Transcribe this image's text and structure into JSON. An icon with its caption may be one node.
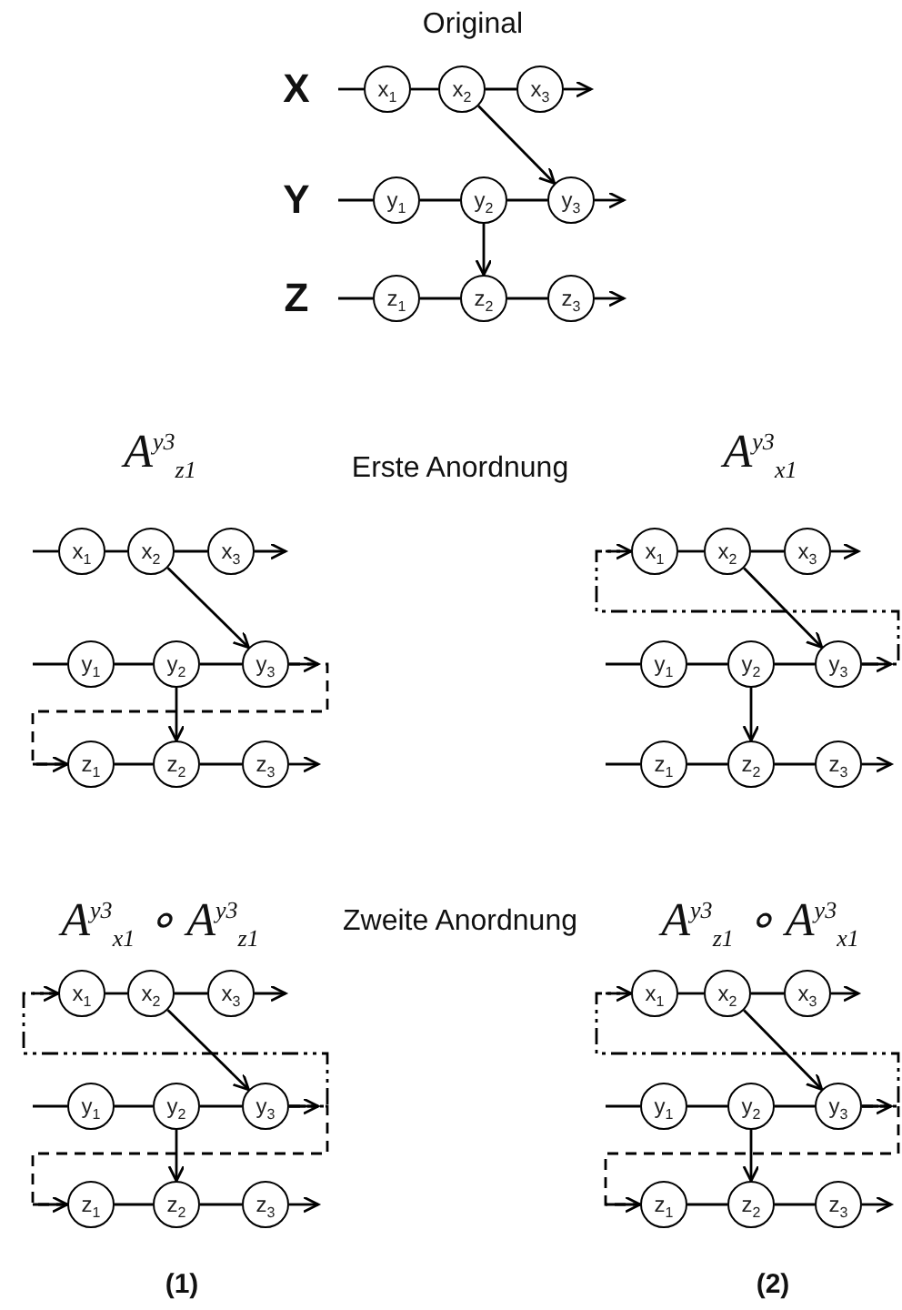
{
  "diagram": {
    "nodes": [
      {
        "text": [
          "x$_{1}$"
        ]
      },
      {
        "text": [
          "x$_{2}$"
        ]
      },
      {
        "text": [
          "x$_{3}$"
        ]
      },
      {
        "text": [
          "y$_{1}$"
        ]
      },
      {
        "text": [
          "y$_{2}$"
        ]
      },
      {
        "text": [
          "y$_{3}$"
        ]
      },
      {
        "text": [
          "z$_{1}$"
        ]
      },
      {
        "text": [
          "z$_{2}$"
        ]
      },
      {
        "text": [
          "z$_{3}$"
        ]
      },
      {
        "text": [
          "x$_{1}$"
        ]
      },
      {
        "text": [
          "x$_{2}$"
        ]
      },
      {
        "text": [
          "x$_{3}$"
        ]
      },
      {
        "text": [
          "y$_{1}$"
        ]
      },
      {
        "text": [
          "y$_{2}$"
        ]
      },
      {
        "text": [
          "y$_{3}$"
        ]
      },
      {
        "text": [
          "z$_{1}$"
        ]
      },
      {
        "text": [
          "z$_{2}$"
        ]
      },
      {
        "text": [
          "z$_{3}$"
        ]
      },
      {
        "text": [
          "x$_{1}$"
        ]
      },
      {
        "text": [
          "x$_{2}$"
        ]
      },
      {
        "text": [
          "x$_{3}$"
        ]
      },
      {
        "text": [
          "y$_{1}$"
        ]
      },
      {
        "text": [
          "y$_{2}$"
        ]
      },
      {
        "text": [
          "y$_{3}$"
        ]
      },
      {
        "text": [
          "z$_{1}$"
        ]
      },
      {
        "text": [
          "z$_{2}$"
        ]
      },
      {
        "text": [
          "z$_{3}$"
        ]
      },
      {
        "text": [
          "x$_{1}$"
        ]
      },
      {
        "text": [
          "x$_{2}$"
        ]
      },
      {
        "text": [
          "x$_{3}$"
        ]
      },
      {
        "text": [
          "y$_{1}$"
        ]
      },
      {
        "text": [
          "y$_{2}$"
        ]
      },
      {
        "text": [
          "y$_{3}$"
        ]
      },
      {
        "text": [
          "z$_{1}$"
        ]
      },
      {
        "text": [
          "z$_{2}$"
        ]
      },
      {
        "text": [
          "z$_{3}$"
        ]
      },
      {
        "text": [
          "x$_{1}$"
        ]
      },
      {
        "text": [
          "x$_{2}$"
        ]
      },
      {
        "text": [
          "x$_{3}$"
        ]
      },
      {
        "text": [
          "y$_{1}$"
        ]
      },
      {
        "text": [
          "y$_{2}$"
        ]
      },
      {
        "text": [
          "y$_{3}$"
        ]
      },
      {
        "text": [
          "z$_{1}$"
        ]
      },
      {
        "text": [
          "z$_{2}$"
        ]
      },
      {
        "text": [
          "z$_{3}$"
        ]
      }
    ],
    "edges": [
      {
        "from": null,
        "to": 0,
        "arrow": "none"
      },
      {
        "from": 0,
        "to": 1,
        "arrow": "none"
      },
      {
        "from": 1,
        "to": 2,
        "arrow": "none"
      },
      {
        "from": 2,
        "to": null,
        "arrow": "to"
      },
      {
        "from": 1,
        "to": 5,
        "arrow": "to"
      },
      {
        "from": null,
        "to": 3,
        "arrow": "none"
      },
      {
        "from": 3,
        "to": 4,
        "arrow": "none"
      },
      {
        "from": 4,
        "to": 5,
        "arrow": "none"
      },
      {
        "from": 5,
        "to": null,
        "arrow": "to"
      },
      {
        "from": 4,
        "to": 7,
        "arrow": "to"
      },
      {
        "from": null,
        "to": 6,
        "arrow": "none"
      },
      {
        "from": 6,
        "to": 7,
        "arrow": "none"
      },
      {
        "from": 7,
        "to": 8,
        "arrow": "none"
      },
      {
        "from": 8,
        "to": null,
        "arrow": "to"
      },
      {
        "from": null,
        "to": 9,
        "arrow": "none"
      },
      {
        "from": 9,
        "to": 10,
        "arrow": "none"
      },
      {
        "from": 10,
        "to": 11,
        "arrow": "none"
      },
      {
        "from": 11,
        "to": null,
        "arrow": "to"
      },
      {
        "from": 10,
        "to": 14,
        "arrow": "to"
      },
      {
        "from": null,
        "to": 12,
        "arrow": "none"
      },
      {
        "from": 12,
        "to": 13,
        "arrow": "none"
      },
      {
        "from": 13,
        "to": 14,
        "arrow": "none"
      },
      {
        "from": 14,
        "to": null,
        "arrow": "to"
      },
      {
        "from": 13,
        "to": 16,
        "arrow": "to"
      },
      {
        "from": null,
        "to": 15,
        "arrow": "none"
      },
      {
        "from": 15,
        "to": 16,
        "arrow": "none"
      },
      {
        "from": 16,
        "to": 17,
        "arrow": "none"
      },
      {
        "from": 17,
        "to": null,
        "arrow": "to"
      },
      {
        "from": 14,
        "to": 15,
        "arrow": "to",
        "style": "dashed"
      },
      {
        "from": null,
        "to": 18,
        "arrow": "none"
      },
      {
        "from": 18,
        "to": 19,
        "arrow": "none"
      },
      {
        "from": 19,
        "to": 20,
        "arrow": "none"
      },
      {
        "from": 20,
        "to": null,
        "arrow": "to"
      },
      {
        "from": 19,
        "to": 23,
        "arrow": "to"
      },
      {
        "from": null,
        "to": 21,
        "arrow": "none"
      },
      {
        "from": 21,
        "to": 22,
        "arrow": "none"
      },
      {
        "from": 22,
        "to": 23,
        "arrow": "none"
      },
      {
        "from": 23,
        "to": null,
        "arrow": "to"
      },
      {
        "from": 22,
        "to": 25,
        "arrow": "to"
      },
      {
        "from": null,
        "to": 24,
        "arrow": "none"
      },
      {
        "from": 24,
        "to": 25,
        "arrow": "none"
      },
      {
        "from": 25,
        "to": 26,
        "arrow": "none"
      },
      {
        "from": 26,
        "to": null,
        "arrow": "to"
      },
      {
        "from": 23,
        "to": 18,
        "arrow": "to",
        "style": "dashed"
      },
      {
        "from": null,
        "to": 27,
        "arrow": "none"
      },
      {
        "from": 27,
        "to": 28,
        "arrow": "none"
      },
      {
        "from": 28,
        "to": 29,
        "arrow": "none"
      },
      {
        "from": 29,
        "to": null,
        "arrow": "to"
      },
      {
        "from": 28,
        "to": 32,
        "arrow": "to"
      },
      {
        "from": null,
        "to": 30,
        "arrow": "none"
      },
      {
        "from": 30,
        "to": 31,
        "arrow": "none"
      },
      {
        "from": 31,
        "to": 32,
        "arrow": "none"
      },
      {
        "from": 32,
        "to": null,
        "arrow": "to"
      },
      {
        "from": 31,
        "to": 34,
        "arrow": "to"
      },
      {
        "from": null,
        "to": 33,
        "arrow": "none"
      },
      {
        "from": 33,
        "to": 34,
        "arrow": "none"
      },
      {
        "from": 34,
        "to": 35,
        "arrow": "none"
      },
      {
        "from": 35,
        "to": null,
        "arrow": "to"
      },
      {
        "from": 32,
        "to": 27,
        "arrow": "to",
        "style": "dashed"
      },
      {
        "from": 32,
        "to": 33,
        "arrow": "to",
        "style": "dashed"
      },
      {
        "from": null,
        "to": 36,
        "arrow": "none"
      },
      {
        "from": 36,
        "to": 37,
        "arrow": "none"
      },
      {
        "from": 37,
        "to": 38,
        "arrow": "none"
      },
      {
        "from": 38,
        "to": null,
        "arrow": "to"
      },
      {
        "from": 37,
        "to": 41,
        "arrow": "to"
      },
      {
        "from": null,
        "to": 39,
        "arrow": "none"
      },
      {
        "from": 39,
        "to": 40,
        "arrow": "none"
      },
      {
        "from": 40,
        "to": 41,
        "arrow": "none"
      },
      {
        "from": 41,
        "to": null,
        "arrow": "to"
      },
      {
        "from": 40,
        "to": 43,
        "arrow": "to"
      },
      {
        "from": null,
        "to": 42,
        "arrow": "none"
      },
      {
        "from": 42,
        "to": 43,
        "arrow": "none"
      },
      {
        "from": 43,
        "to": 44,
        "arrow": "none"
      },
      {
        "from": 44,
        "to": null,
        "arrow": "to"
      },
      {
        "from": 41,
        "to": 36,
        "arrow": "to",
        "style": "dashed"
      },
      {
        "from": 41,
        "to": 42,
        "arrow": "to",
        "style": "dashed"
      }
    ],
    "labels": [
      "Original",
      "X",
      "Y",
      "Z",
      "A$^{y3}$$_{z1}$",
      "Erste Anordnung",
      "A$^{y3}$$_{x1}$",
      "A$^{y3}$$_{x1}$ ∘ A$^{y3}$$_{z1}$",
      "Zweite Anordnung",
      "A$^{y3}$$_{z1}$ ∘ A$^{y3}$$_{x1}$",
      "(1)",
      "(2)"
    ]
  }
}
